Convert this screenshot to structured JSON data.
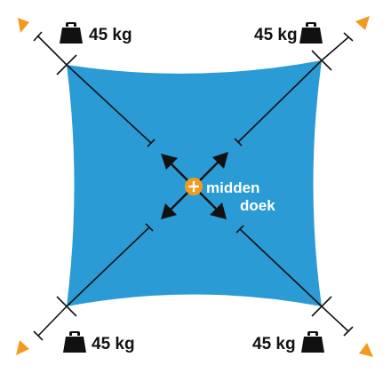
{
  "colors": {
    "sail": "#2a9bd4",
    "accent": "#f39a1e",
    "line": "#111111",
    "label_on_sail": "#ffffff"
  },
  "icons": {
    "corner_marker": "orange-triangle",
    "weight": "kettlebell-weight",
    "center": "plus-circle",
    "tension_arrow": "arrowhead"
  },
  "weights": {
    "top_left": "45 kg",
    "top_right": "45 kg",
    "bottom_left": "45 kg",
    "bottom_right": "45 kg"
  },
  "center_label": {
    "line1": "midden",
    "line2": "doek"
  }
}
